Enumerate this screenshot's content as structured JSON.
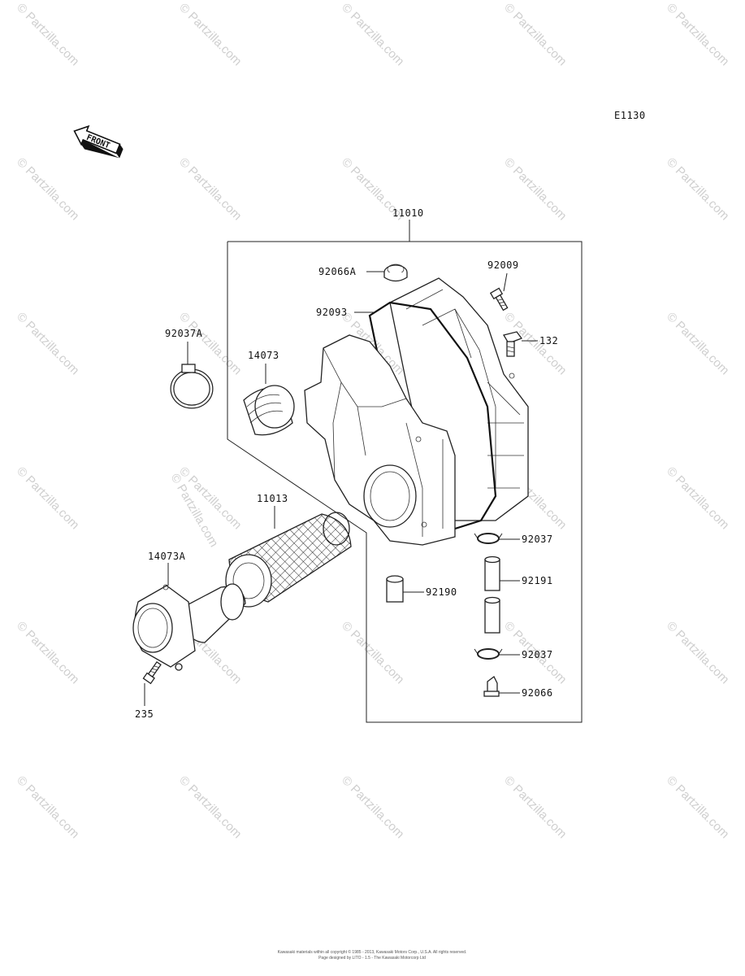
{
  "diagram_code": "E1130",
  "front_label": "FRONT",
  "part_labels": {
    "assembly": "11010",
    "cap": "92066A",
    "screw_top": "92009",
    "gasket": "92093",
    "bolt_132": "132",
    "clamp_a": "92037A",
    "duct": "14073",
    "element": "11013",
    "inlet_duct": "14073A",
    "screw_235": "235",
    "clip_upper": "92037",
    "hose_small": "92190",
    "hose_long": "92191",
    "clip_lower": "92037",
    "plug": "92066"
  },
  "watermark_text": "Partzilla.com",
  "watermark_large": "© Partzilla.com",
  "footer_lines": [
    "Kawasaki materials within all copyright © 1985 - 2013, Kawasaki Motors Corp., U.S.A. All rights reserved.",
    "Page designed by LITO - 1.5 - The Kawasaki Motorcorp Ltd"
  ]
}
